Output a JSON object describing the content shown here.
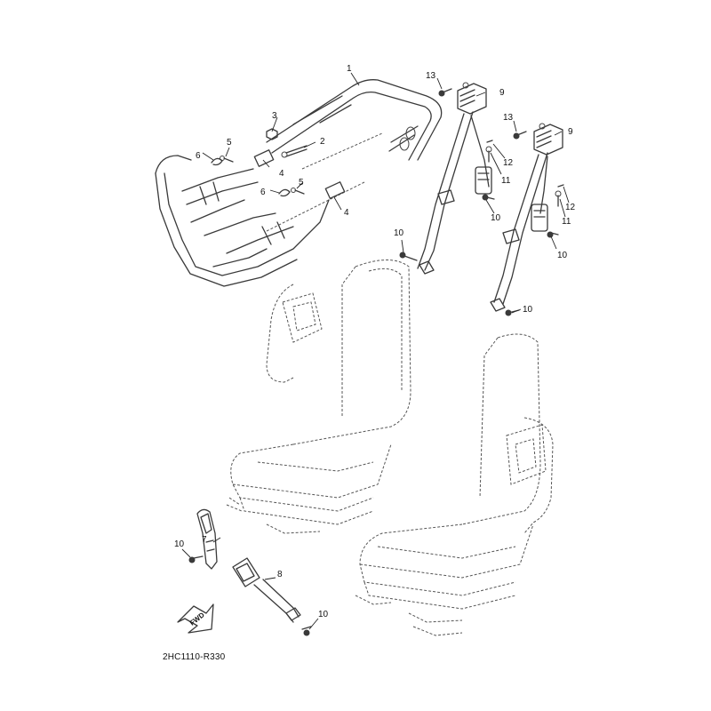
{
  "diagram": {
    "drawing_code": "2HC1110-R330",
    "direction_label": "FWD",
    "callouts": {
      "c1": "1",
      "c2": "2",
      "c3": "3",
      "c4a": "4",
      "c4b": "4",
      "c5a": "5",
      "c5b": "5",
      "c6a": "6",
      "c6b": "6",
      "c7": "7",
      "c8": "8",
      "c9a": "9",
      "c9b": "9",
      "c10a": "10",
      "c10b": "10",
      "c10c": "10",
      "c10d": "10",
      "c10e": "10",
      "c10f": "10",
      "c11a": "11",
      "c11b": "11",
      "c12a": "12",
      "c12b": "12",
      "c13a": "13",
      "c13b": "13"
    }
  }
}
